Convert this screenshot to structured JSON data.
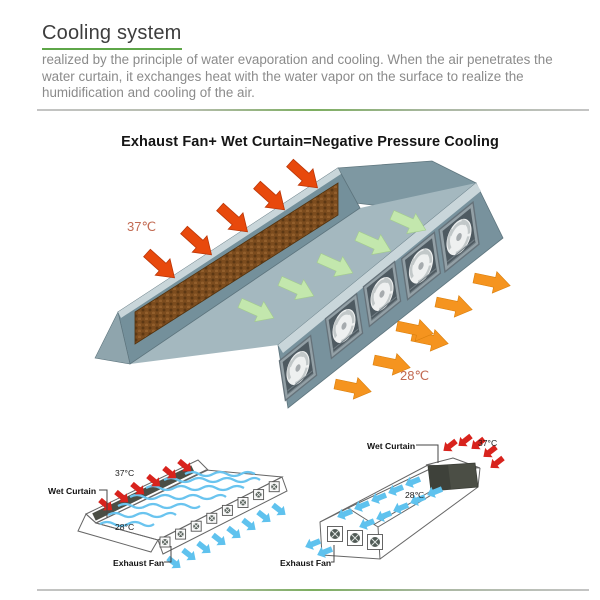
{
  "header": {
    "title": "Cooling system",
    "description": "realized by the principle of water evaporation and cooling. When the air penetrates the water curtain, it exchanges heat with the water vapor on the surface to realize the humidification and cooling of the air."
  },
  "main_diagram": {
    "title": "Exhaust Fan+ Wet Curtain=Negative Pressure Cooling",
    "inlet_temp": "37℃",
    "outlet_temp": "28℃",
    "fan_count": 5
  },
  "left_diagram": {
    "wet_curtain_label": "Wet Curtain",
    "exhaust_fan_label": "Exhaust Fan",
    "inlet_temp": "37°C",
    "outlet_temp": "28°C",
    "fan_count": 8
  },
  "right_diagram": {
    "wet_curtain_label": "Wet Curtain",
    "exhaust_fan_label": "Exhaust Fan",
    "inlet_temp": "37°C",
    "outlet_temp": "28℃",
    "fan_count": 3
  },
  "colors": {
    "accent_green": "#5ea648",
    "hot_air_arrow": "#e8490c",
    "cooled_air_arrow": "#c3e7ad",
    "exhaust_air_arrow": "#f5941f",
    "mini_hot_arrow": "#d8231d",
    "mini_cool_arrow": "#5fc2ee",
    "temp_text": "#c26a52",
    "wall": "#74909b",
    "wet_curtain": "#7c4c1e"
  }
}
